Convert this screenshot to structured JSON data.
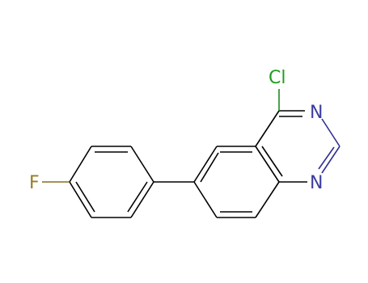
{
  "molecule": {
    "atoms": {
      "cl": {
        "symbol": "Cl",
        "color": "#1e9e1e"
      },
      "n_top": {
        "symbol": "N",
        "color": "#3c3ca0"
      },
      "n_bottom": {
        "symbol": "N",
        "color": "#3c3ca0"
      },
      "f": {
        "symbol": "F",
        "color": "#9a7a28"
      }
    }
  }
}
